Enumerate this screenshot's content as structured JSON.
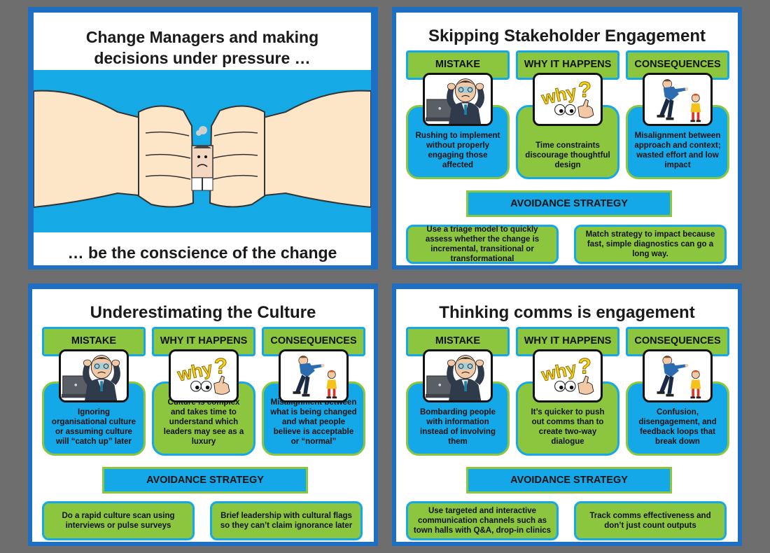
{
  "slides": {
    "intro": {
      "title_line1": "Change Managers and making",
      "title_line2": "decisions under pressure …",
      "caption": "… be the conscience of the change"
    },
    "skipping": {
      "title": "Skipping Stakeholder Engagement",
      "headers": [
        "MISTAKE",
        "WHY IT HAPPENS",
        "CONSEQUENCES"
      ],
      "mistake": "Rushing to implement without properly engaging those affected",
      "why": "Time constraints discourage thoughtful design",
      "consequence": "Misalignment between approach and context; wasted effort and low impact",
      "avoidance_label": "AVOIDANCE STRATEGY",
      "strategy_a": "Use a triage model to quickly assess whether the change is incremental, transitional or transformational",
      "strategy_b": "Match strategy to impact because fast, simple diagnostics can go a long way."
    },
    "culture": {
      "title": "Underestimating the Culture",
      "headers": [
        "MISTAKE",
        "WHY IT HAPPENS",
        "CONSEQUENCES"
      ],
      "mistake": "Ignoring organisational culture or assuming culture will “catch up” later",
      "why": "Culture is complex and takes time to understand which leaders may see as a luxury",
      "consequence": "Misalignment between what is being changed and what people believe is acceptable or “normal”",
      "avoidance_label": "AVOIDANCE STRATEGY",
      "strategy_a": "Do a rapid culture scan using interviews or pulse surveys",
      "strategy_b": "Brief leadership with cultural flags so they can’t claim ignorance later"
    },
    "comms": {
      "title": "Thinking comms is engagement",
      "headers": [
        "MISTAKE",
        "WHY IT HAPPENS",
        "CONSEQUENCES"
      ],
      "mistake": "Bombarding people with information instead of involving them",
      "why": "It’s quicker to push out comms than to create two-way dialogue",
      "consequence": "Confusion, disengagement, and feedback loops that break down",
      "avoidance_label": "AVOIDANCE STRATEGY",
      "strategy_a": "Use targeted and interactive communication channels such as town halls with Q&A, drop-in clinics",
      "strategy_b": "Track comms effectiveness and don’t just count outputs"
    }
  },
  "images": {
    "why_word": "why",
    "why_mark": "?"
  },
  "colors": {
    "frame": "#1d6fc4",
    "green": "#8cc63f",
    "blue": "#14a8e8",
    "background": "#6e6e6e"
  }
}
